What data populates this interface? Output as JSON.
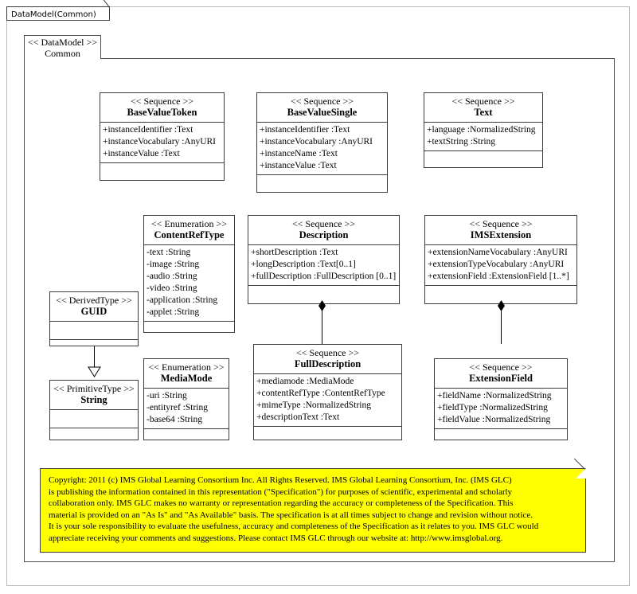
{
  "diagram": {
    "frame_label": "DataModel(Common)",
    "package": {
      "stereotype": "<< DataModel >>",
      "name": "Common"
    }
  },
  "classes": {
    "baseValueToken": {
      "stereotype": "<< Sequence >>",
      "name": "BaseValueToken",
      "attributes": [
        "+instanceIdentifier  :Text",
        "+instanceVocabulary  :AnyURI",
        "+instanceValue  :Text"
      ]
    },
    "baseValueSingle": {
      "stereotype": "<< Sequence >>",
      "name": "BaseValueSingle",
      "attributes": [
        "+instanceIdentifier  :Text",
        "+instanceVocabulary  :AnyURI",
        "+instanceName :Text",
        "+instanceValue  :Text"
      ]
    },
    "text": {
      "stereotype": "<< Sequence >>",
      "name": "Text",
      "attributes": [
        "+language  :NormalizedString",
        "+textString  :String"
      ]
    },
    "contentRefType": {
      "stereotype": "<< Enumeration  >>",
      "name": "ContentRefType",
      "attributes": [
        "-text :String",
        "-image  :String",
        "-audio  :String",
        "-video :String",
        "-application  :String",
        "-applet :String"
      ]
    },
    "description": {
      "stereotype": "<< Sequence >>",
      "name": "Description",
      "attributes": [
        "+shortDescription  :Text",
        "+longDescription  :Text[0..1]",
        "+fullDescription  :FullDescription  [0..1]"
      ]
    },
    "imsExtension": {
      "stereotype": "<< Sequence >>",
      "name": "IMSExtension",
      "attributes": [
        "+extensionNameVocabulary  :AnyURI",
        "+extensionTypeVocabulary  :AnyURI",
        "+extensionField  :ExtensionField  [1..*]"
      ]
    },
    "guid": {
      "stereotype": "<< DerivedType >>",
      "name": "GUID",
      "attributes": []
    },
    "string": {
      "stereotype": "<< PrimitiveType  >>",
      "name": "String",
      "attributes": []
    },
    "mediaMode": {
      "stereotype": "<< Enumeration  >>",
      "name": "MediaMode",
      "attributes": [
        "-uri :String",
        "-entityref  :String",
        "-base64 :String"
      ]
    },
    "fullDescription": {
      "stereotype": "<< Sequence >>",
      "name": "FullDescription",
      "attributes": [
        "+mediamode  :MediaMode",
        "+contentRefType  :ContentRefType",
        "+mimeType  :NormalizedString",
        "+descriptionText  :Text"
      ]
    },
    "extensionField": {
      "stereotype": "<< Sequence >>",
      "name": "ExtensionField",
      "attributes": [
        "+fieldName  :NormalizedString",
        "+fieldType  :NormalizedString",
        "+fieldValue  :NormalizedString"
      ]
    }
  },
  "note": {
    "lines": [
      "Copyright: 2011 (c) IMS Global Learning Consortium Inc.  All Rights Reserved.  IMS Global Learning Consortium, Inc. (IMS GLC)",
      "is publishing the information contained in this representation (\"Specification\") for purposes of scientific, experimental and scholarly",
      "collaboration only.  IMS GLC makes no warranty or representation regarding the accuracy or completeness of the Specification.  This",
      "material is provided on an \"As Is\" and \"As Available\" basis.  The specification is at all times subject to change and revision without notice.",
      "It is your sole responsibility to evaluate the usefulness, accuracy and completeness of the Specification as it relates to you.  IMS GLC would",
      "appreciate receiving your comments and suggestions.  Please contact IMS GLC through our website at: http://www.imsglobal.org."
    ],
    "background_color": "#ffff00"
  }
}
